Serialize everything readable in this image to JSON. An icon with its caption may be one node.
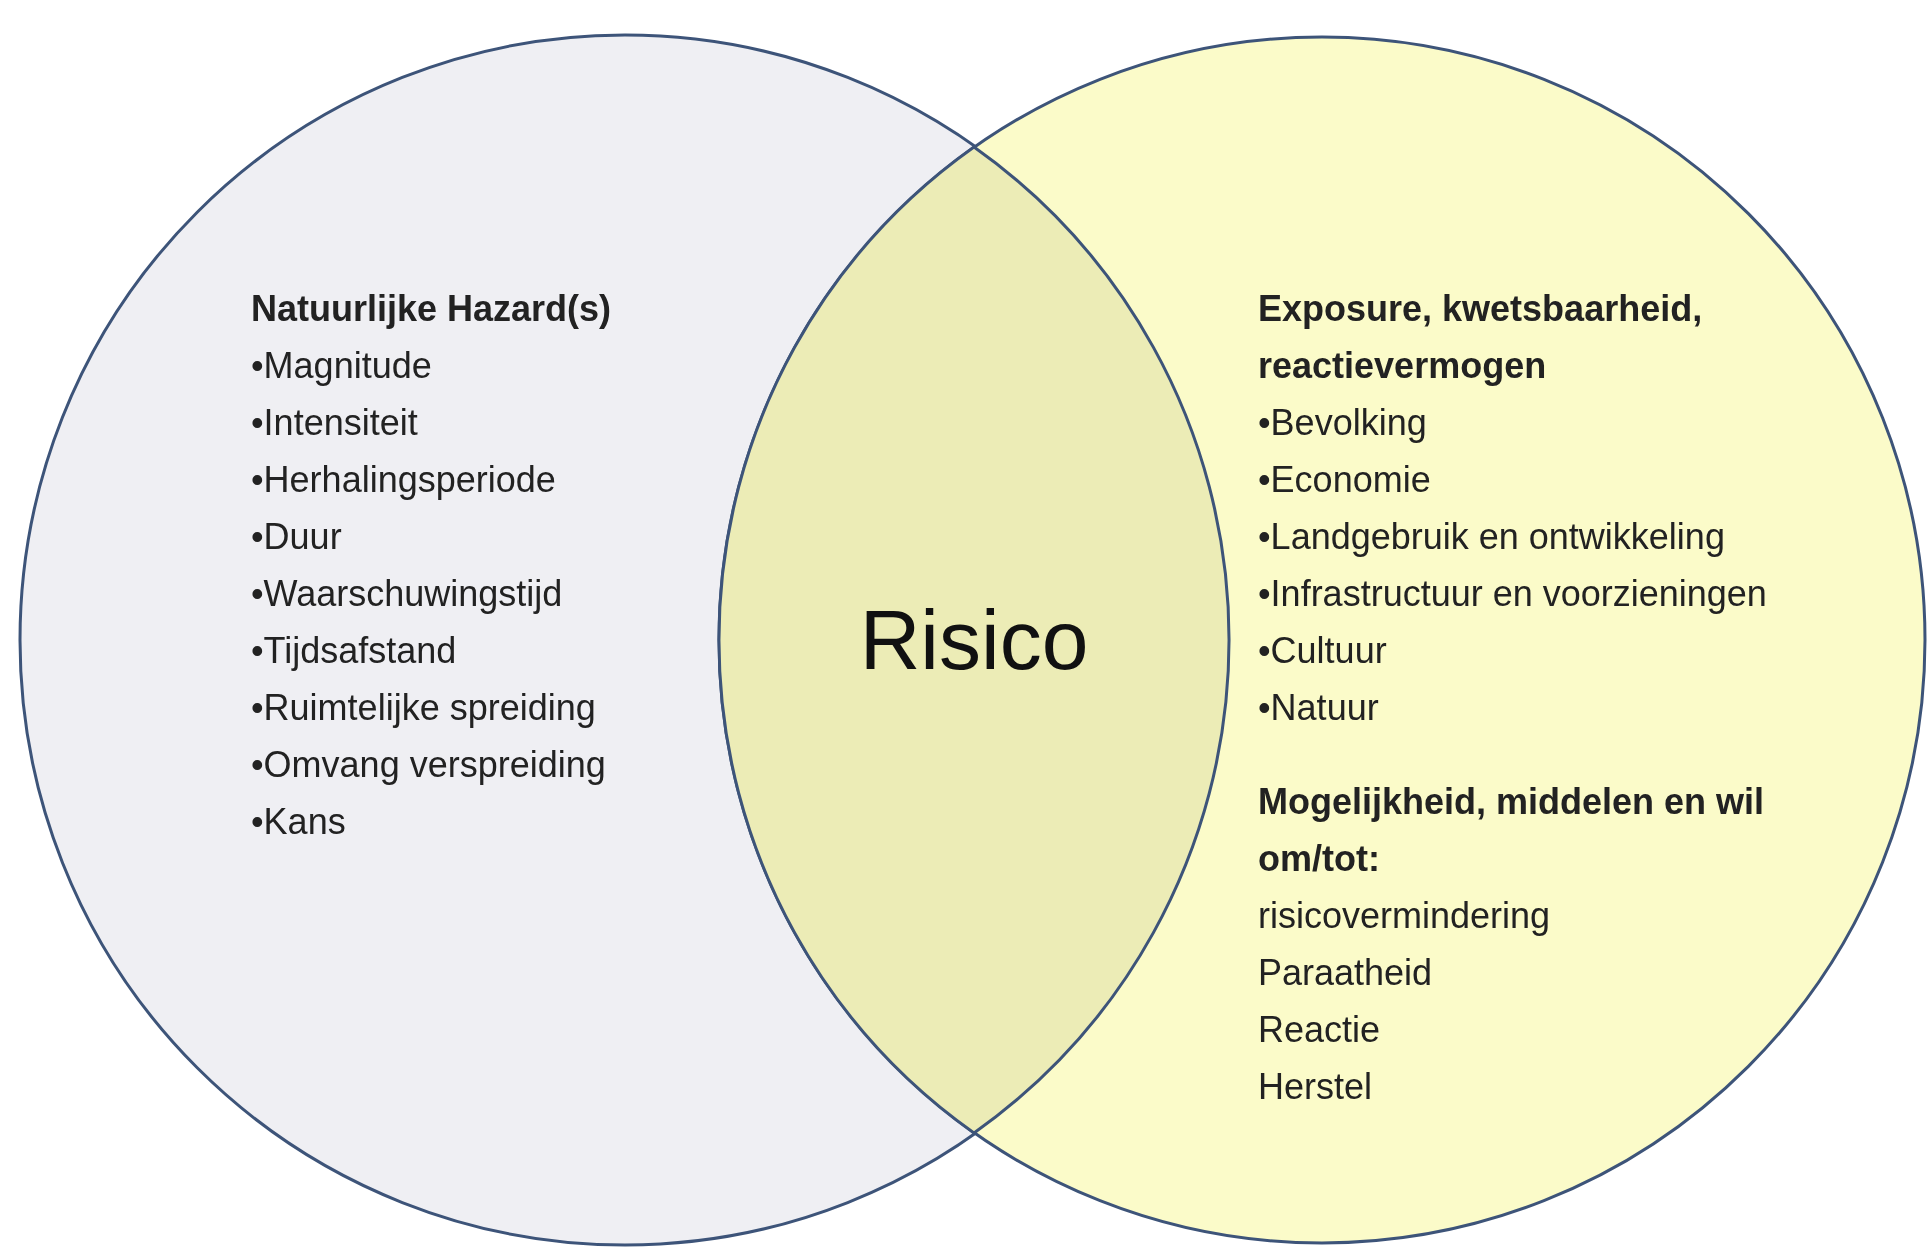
{
  "diagram": {
    "nodes": [
      {
        "text": [
          "Natuurlijke Hazard(s)",
          "•Magnitude",
          "•Intensiteit",
          "•Herhalingsperiode",
          "•Duur",
          "•Waarschuwingstijd",
          "•Tijdsafstand",
          "•Ruimtelijke spreiding",
          "•Omvang verspreiding",
          "•Kans"
        ]
      },
      {
        "text": [
          "Exposure, kwetsbaarheid, reactievermogen",
          "•Bevolking",
          "•Economie",
          "•Landgebruik en ontwikkeling",
          "•Infrastructuur en voorzieningen",
          "•Cultuur",
          "•Natuur",
          "Mogelijkheid, middelen en wil om/tot:",
          "risicovermindering",
          "Paraatheid",
          "Reactie",
          "Herstel"
        ]
      },
      {
        "text": [
          "Risico"
        ]
      }
    ]
  }
}
